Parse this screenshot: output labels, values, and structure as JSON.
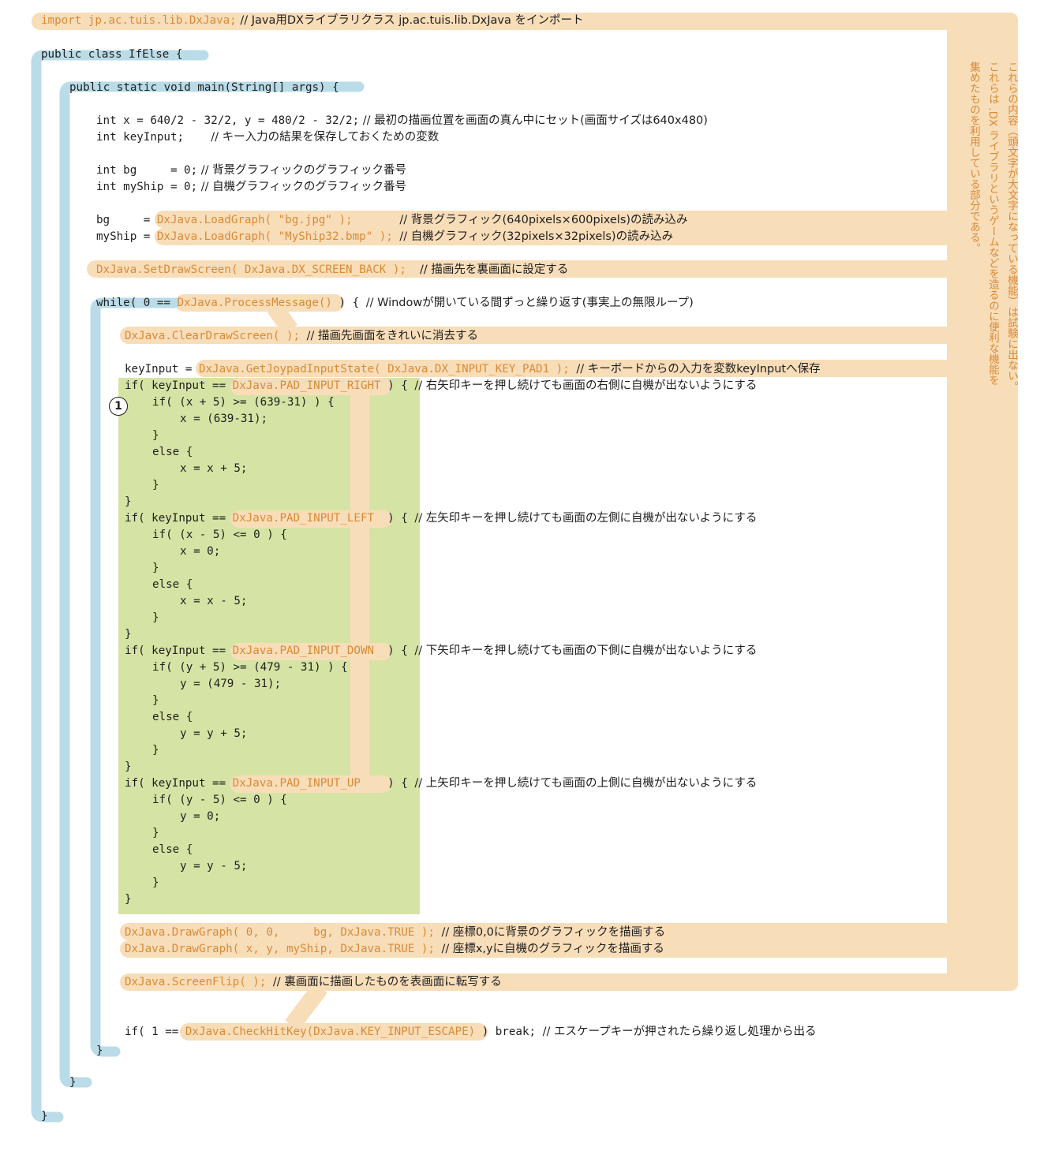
{
  "figure": {
    "lines": [
      {
        "id": "import",
        "code": "import jp.ac.tuis.lib.DxJava;",
        "comment": " // Java用DXライブラリクラス jp.ac.tuis.lib.DxJava をインポート"
      },
      {
        "id": "class",
        "code": "public class IfElse {"
      },
      {
        "id": "main",
        "code": "public static void main(String[] args) {"
      },
      {
        "id": "decl_xy",
        "code": "int x = 640/2 - 32/2, y = 480/2 - 32/2;",
        "comment": " // 最初の描画位置を画面の真ん中にセット(画面サイズは640x480)"
      },
      {
        "id": "decl_key",
        "code": "int keyInput;    ",
        "comment": "// キー入力の結果を保存しておくための変数"
      },
      {
        "id": "decl_bg",
        "code": "int bg     = 0;",
        "comment": " // 背景グラフィックのグラフィック番号"
      },
      {
        "id": "decl_ship",
        "code": "int myShip = 0;",
        "comment": " // 自機グラフィックのグラフィック番号"
      },
      {
        "id": "load_bg",
        "pre": "bg     = ",
        "call": "DxJava.LoadGraph( \"bg.jpg\" );",
        "post": "       ",
        "comment": "// 背景グラフィック(640pixels×600pixels)の読み込み"
      },
      {
        "id": "load_ship",
        "pre": "myShip = ",
        "call": "DxJava.LoadGraph( \"MyShip32.bmp\" );",
        "post": " ",
        "comment": "// 自機グラフィック(32pixels×32pixels)の読み込み"
      },
      {
        "id": "set_screen",
        "call": "DxJava.SetDrawScreen( DxJava.DX_SCREEN_BACK );",
        "post": "  ",
        "comment": "// 描画先を裏画面に設定する"
      },
      {
        "id": "while",
        "pre": "while( 0 == ",
        "call": "DxJava.ProcessMessage()",
        "post": " ) { ",
        "comment": "// Windowが開いている間ずっと繰り返す(事実上の無限ループ)"
      },
      {
        "id": "clear",
        "call": "DxJava.ClearDrawScreen( );",
        "post": " ",
        "comment": "// 描画先画面をきれいに消去する"
      },
      {
        "id": "get_input",
        "pre": "keyInput = ",
        "call": "DxJava.GetJoypadInputState( DxJava.DX_INPUT_KEY_PAD1 );",
        "post": " ",
        "comment": "// キーボードからの入力を変数keyInputへ保存"
      },
      {
        "id": "if_right",
        "pre": "if( keyInput == ",
        "call": "DxJava.PAD_INPUT_RIGHT",
        "post": " ) { ",
        "comment": "// 右矢印キーを押し続けても画面の右側に自機が出ないようにする"
      },
      {
        "id": "r1",
        "code": "if( (x + 5) >= (639-31) ) {"
      },
      {
        "id": "r2",
        "code": "x = (639-31);"
      },
      {
        "id": "r3",
        "code": "}"
      },
      {
        "id": "r4",
        "code": "else {"
      },
      {
        "id": "r5",
        "code": "x = x + 5;"
      },
      {
        "id": "r6",
        "code": "}"
      },
      {
        "id": "r7",
        "code": "}"
      },
      {
        "id": "if_left",
        "pre": "if( keyInput == ",
        "call": "DxJava.PAD_INPUT_LEFT ",
        "post": " ) { ",
        "comment": "// 左矢印キーを押し続けても画面の左側に自機が出ないようにする"
      },
      {
        "id": "l1",
        "code": "if( (x - 5) <= 0 ) {"
      },
      {
        "id": "l2",
        "code": "x = 0;"
      },
      {
        "id": "l3",
        "code": "}"
      },
      {
        "id": "l4",
        "code": "else {"
      },
      {
        "id": "l5",
        "code": "x = x - 5;"
      },
      {
        "id": "l6",
        "code": "}"
      },
      {
        "id": "l7",
        "code": "}"
      },
      {
        "id": "if_down",
        "pre": "if( keyInput == ",
        "call": "DxJava.PAD_INPUT_DOWN ",
        "post": " ) { ",
        "comment": "// 下矢印キーを押し続けても画面の下側に自機が出ないようにする"
      },
      {
        "id": "d1",
        "code": "if( (y + 5) >= (479 - 31) ) {"
      },
      {
        "id": "d2",
        "code": "y = (479 - 31);"
      },
      {
        "id": "d3",
        "code": "}"
      },
      {
        "id": "d4",
        "code": "else {"
      },
      {
        "id": "d5",
        "code": "y = y + 5;"
      },
      {
        "id": "d6",
        "code": "}"
      },
      {
        "id": "d7",
        "code": "}"
      },
      {
        "id": "if_up",
        "pre": "if( keyInput == ",
        "call": "DxJava.PAD_INPUT_UP   ",
        "post": " ) { ",
        "comment": "// 上矢印キーを押し続けても画面の上側に自機が出ないようにする"
      },
      {
        "id": "u1",
        "code": "if( (y - 5) <= 0 ) {"
      },
      {
        "id": "u2",
        "code": "y = 0;"
      },
      {
        "id": "u3",
        "code": "}"
      },
      {
        "id": "u4",
        "code": "else {"
      },
      {
        "id": "u5",
        "code": "y = y - 5;"
      },
      {
        "id": "u6",
        "code": "}"
      },
      {
        "id": "u7",
        "code": "}"
      },
      {
        "id": "draw_bg",
        "call": "DxJava.DrawGraph( 0, 0,     bg, DxJava.TRUE );",
        "post": " ",
        "comment": "// 座標0,0に背景のグラフィックを描画する"
      },
      {
        "id": "draw_ship",
        "call": "DxJava.DrawGraph( x, y, myShip, DxJava.TRUE );",
        "post": " ",
        "comment": "// 座標x,yに自機のグラフィックを描画する"
      },
      {
        "id": "flip",
        "call": "DxJava.ScreenFlip( );",
        "post": " ",
        "comment": "// 裏画面に描画したものを表画面に転写する"
      },
      {
        "id": "escape",
        "pre": "if( 1 == ",
        "call": "DxJava.CheckHitKey(DxJava.KEY_INPUT_ESCAPE)",
        "post": " ) break; ",
        "comment": "// エスケープキーが押されたら繰り返し処理から出る"
      },
      {
        "id": "close_while",
        "code": "}"
      },
      {
        "id": "close_main",
        "code": "}"
      },
      {
        "id": "close_class",
        "code": "}"
      }
    ],
    "side_note": {
      "line1": "これらの内容（頭文字が大文字になっている機能）は試験に出ない。",
      "line2": "これらは .DX ライブラリというゲームなどを造るのに便利な機能を",
      "line3": "集めたものを利用している部分である。"
    },
    "marker": "1",
    "colors": {
      "library_highlight": "#f8ddb9",
      "library_text": "#d98b36",
      "block_bar": "#b9dce8",
      "if_block": "#d5e4a4",
      "text": "#1e1e1e"
    }
  }
}
